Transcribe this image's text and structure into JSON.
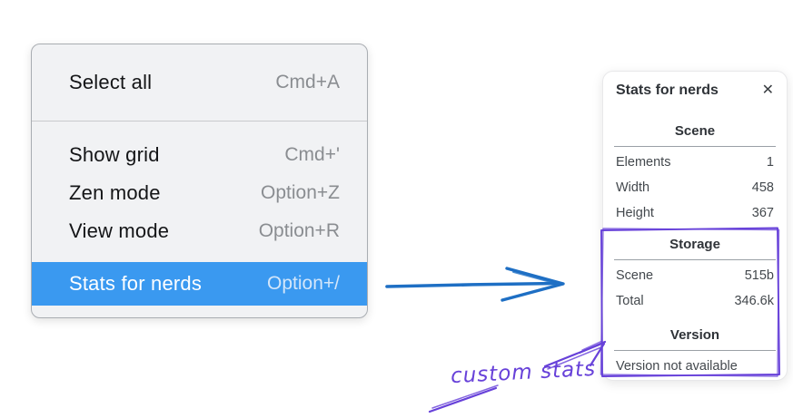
{
  "canvas": {
    "background": "#ffffff"
  },
  "context_menu": {
    "background": "#f1f2f4",
    "border_color": "#a9adb2",
    "highlight_color": "#3a99f0",
    "highlighted_item": "Stats for nerds",
    "items": [
      {
        "label": "Select all",
        "shortcut": "Cmd+A"
      },
      {
        "label": "Show grid",
        "shortcut": "Cmd+'"
      },
      {
        "label": "Zen mode",
        "shortcut": "Option+Z"
      },
      {
        "label": "View mode",
        "shortcut": "Option+R"
      },
      {
        "label": "Stats for nerds",
        "shortcut": "Option+/"
      }
    ]
  },
  "stats_panel": {
    "title": "Stats for nerds",
    "close_icon_glyph": "✕",
    "scene_section": {
      "heading": "Scene",
      "rows": [
        {
          "label": "Elements",
          "value": "1"
        },
        {
          "label": "Width",
          "value": "458"
        },
        {
          "label": "Height",
          "value": "367"
        }
      ]
    },
    "storage_section": {
      "heading": "Storage",
      "rows": [
        {
          "label": "Scene",
          "value": "515b"
        },
        {
          "label": "Total",
          "value": "346.6k"
        }
      ]
    },
    "version_section": {
      "heading": "Version",
      "note": "Version not available"
    }
  },
  "annotations": {
    "custom_stats_label": "custom stats",
    "purple_color": "#6741d9",
    "blue_arrow_color": "#1e6fc4"
  }
}
